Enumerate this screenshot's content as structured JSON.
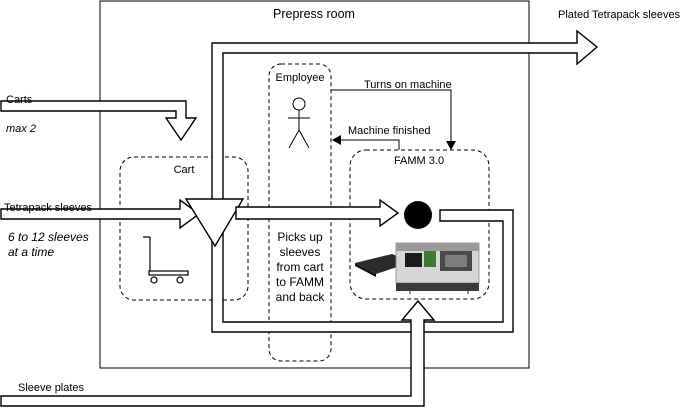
{
  "diagram": {
    "room_label": "Prepress room",
    "output_label": "Plated Tetrapack sleeves",
    "carts_input": {
      "label": "Carts",
      "note": "max 2"
    },
    "sleeves_input": {
      "label": "Tetrapack sleeves",
      "note_line1": "6 to 12 sleeves",
      "note_line2": "at a time"
    },
    "plates_input": {
      "label": "Sleeve plates"
    },
    "cart_zone": {
      "label": "Cart",
      "icon": "cart-icon"
    },
    "employee_zone": {
      "label": "Employee",
      "icon": "stick-figure-icon",
      "action_lines": [
        "Picks up",
        "sleeves",
        "from cart",
        "to FAMM",
        "and back"
      ]
    },
    "famm_zone": {
      "label": "FAMM 3.0",
      "icon": "machine-photo"
    },
    "signals": {
      "turns_on": "Turns on machine",
      "finished": "Machine finished"
    }
  }
}
